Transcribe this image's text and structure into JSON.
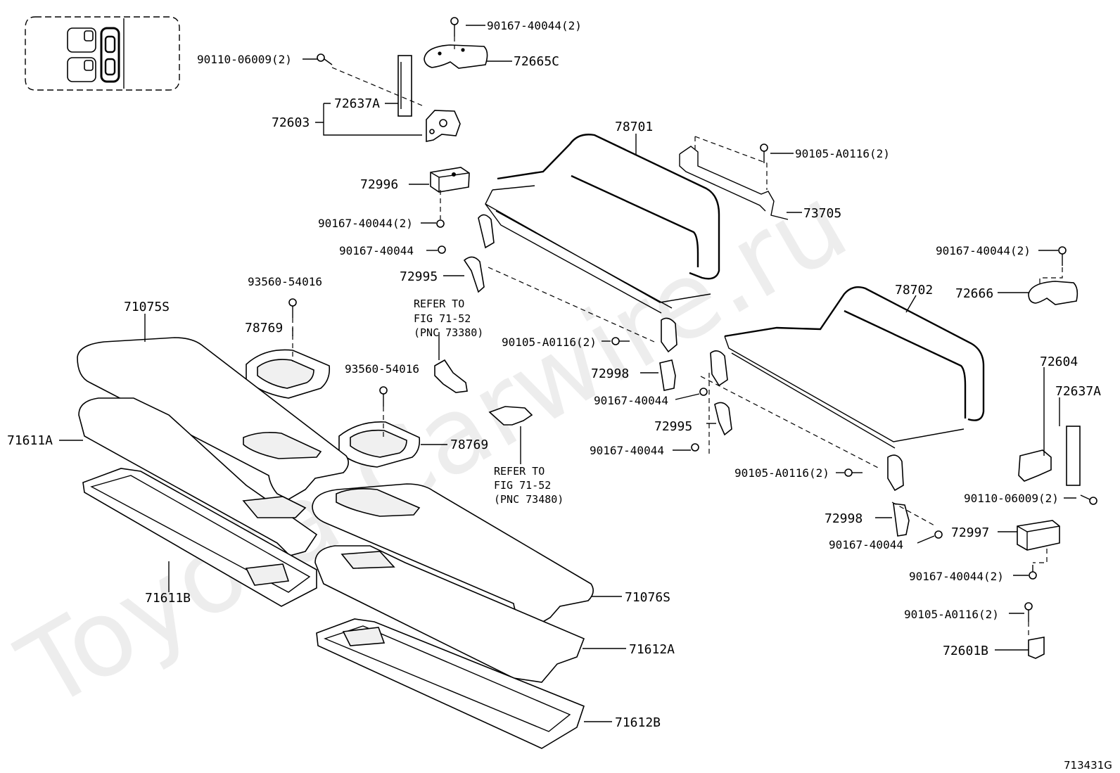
{
  "watermark": "Toyota-Carwire.ru",
  "diagram_code": "713431G",
  "labels": {
    "p90167_top": "90167-40044(2)",
    "p72665c": "72665C",
    "p90110_left": "90110-06009(2)",
    "p72637a_left": "72637A",
    "p72603": "72603",
    "p78701": "78701",
    "p90105_top": "90105-A0116(2)",
    "p73705": "73705",
    "p72996": "72996",
    "p90167_72996": "90167-40044(2)",
    "p90167_single1": "90167-40044",
    "p72995_left": "72995",
    "p90167_right_top": "90167-40044(2)",
    "p72666": "72666",
    "p78702": "78702",
    "p93560_a": "93560-54016",
    "p71075s": "71075S",
    "p78769_a": "78769",
    "p90105_mid": "90105-A0116(2)",
    "p72998_a": "72998",
    "p93560_b": "93560-54016",
    "p90167_single2": "90167-40044",
    "p72604": "72604",
    "p72637a_right": "72637A",
    "p72995_right": "72995",
    "p71611a": "71611A",
    "p78769_b": "78769",
    "p90167_single3": "90167-40044",
    "p90105_right": "90105-A0116(2)",
    "p90110_right": "90110-06009(2)",
    "p72998_b": "72998",
    "p72997": "72997",
    "p90167_single4": "90167-40044",
    "p71611b": "71611B",
    "p90167_72997": "90167-40044(2)",
    "p71076s": "71076S",
    "p90105_bottom": "90105-A0116(2)",
    "p71612a": "71612A",
    "p72601b": "72601B",
    "p71612b": "71612B"
  },
  "notes": {
    "refer1": [
      "REFER TO",
      "FIG 71-52",
      "(PNC 73380)"
    ],
    "refer2": [
      "REFER TO",
      "FIG 71-52",
      "(PNC 73480)"
    ]
  }
}
